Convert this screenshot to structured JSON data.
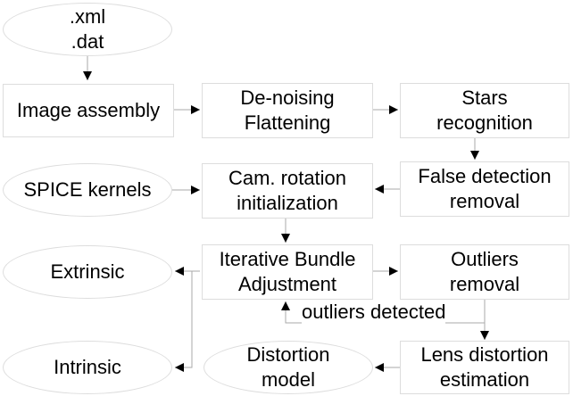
{
  "diagram": {
    "nodes": {
      "xml_dat": {
        "lines": [
          ".xml",
          ".dat"
        ]
      },
      "image_assembly": {
        "lines": [
          "Image assembly"
        ]
      },
      "denoising": {
        "lines": [
          "De-noising",
          "Flattening"
        ]
      },
      "stars_recognition": {
        "lines": [
          "Stars",
          "recognition"
        ]
      },
      "spice_kernels": {
        "lines": [
          "SPICE kernels"
        ]
      },
      "cam_rotation": {
        "lines": [
          "Cam. rotation",
          "initialization"
        ]
      },
      "false_detection": {
        "lines": [
          "False detection",
          "removal"
        ]
      },
      "extrinsic": {
        "lines": [
          "Extrinsic"
        ]
      },
      "bundle_adjustment": {
        "lines": [
          "Iterative Bundle",
          "Adjustment"
        ]
      },
      "outliers_removal": {
        "lines": [
          "Outliers",
          "removal"
        ]
      },
      "intrinsic": {
        "lines": [
          "Intrinsic"
        ]
      },
      "distortion_model": {
        "lines": [
          "Distortion",
          "model"
        ]
      },
      "lens_distortion": {
        "lines": [
          "Lens distortion",
          "estimation"
        ]
      }
    },
    "edge_labels": {
      "outliers_detected": "outliers detected"
    },
    "colors": {
      "border": "#dddddd",
      "line": "#aaaaaa",
      "arrowhead": "#000000",
      "text": "#000000",
      "background": "#ffffff"
    }
  }
}
